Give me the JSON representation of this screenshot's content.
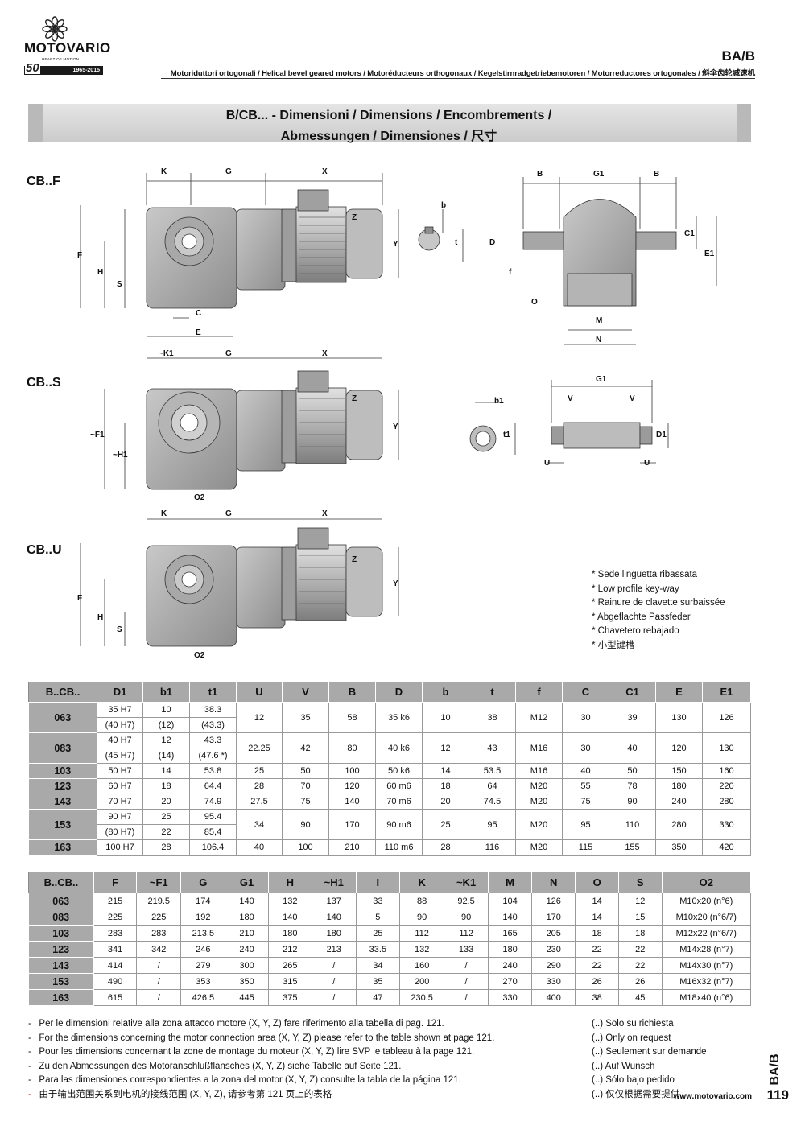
{
  "header": {
    "brand": "MOTOVARIO",
    "tagline": "HEART OF MOTION",
    "anniversary": "50",
    "years": "1965-2015",
    "code": "BA/B",
    "subtitle": "Motoriduttori ortogonali / Helical bevel geared motors / Motoréducteurs orthogonaux / Kegelstirnradgetriebemotoren / Motorreductores ortogonales / 斜伞齿轮减速机"
  },
  "title": {
    "line1": "B/CB... - Dimensioni / Dimensions / Encombrements /",
    "line2": "Abmessungen / Dimensiones / 尺寸"
  },
  "variants": [
    "CB..F",
    "CB..S",
    "CB..U"
  ],
  "dims_cbf": {
    "k": "K",
    "g": "G",
    "x": "X",
    "z": "Z",
    "y": "Y",
    "f": "F",
    "h": "H",
    "s": "S",
    "c": "C",
    "e": "E",
    "b": "b",
    "t": "t",
    "bb": "B",
    "g1": "G1",
    "bb2": "B",
    "d": "D",
    "ff": "f",
    "c1": "C1",
    "e1": "E1",
    "o": "O",
    "m": "M",
    "n": "N"
  },
  "dims_cbs": {
    "k1": "~K1",
    "g": "G",
    "x": "X",
    "z": "Z",
    "y": "Y",
    "f1": "~F1",
    "h1": "~H1",
    "o2": "O2",
    "b1": "b1",
    "t1": "t1",
    "g1": "G1",
    "v1": "V",
    "v2": "V",
    "d1": "D1",
    "u1": "U",
    "u2": "U"
  },
  "dims_cbu": {
    "k": "K",
    "g": "G",
    "x": "X",
    "z": "Z",
    "y": "Y",
    "f": "F",
    "h": "H",
    "s": "S",
    "o2": "O2"
  },
  "keyway_notes": [
    "* Sede linguetta ribassata",
    "* Low profile key-way",
    "* Rainure de clavette surbaissée",
    "* Abgeflachte Passfeder",
    "* Chavetero rebajado",
    "* 小型键槽"
  ],
  "table1": {
    "headers": [
      "B..CB..",
      "D1",
      "b1",
      "t1",
      "U",
      "V",
      "B",
      "D",
      "b",
      "t",
      "f",
      "C",
      "C1",
      "E",
      "E1"
    ],
    "rows": [
      {
        "size": "063",
        "D1": [
          "35 H7",
          "(40 H7)"
        ],
        "b1": [
          "10",
          "(12)"
        ],
        "t1": [
          "38.3",
          "(43.3)"
        ],
        "U": "12",
        "V": "35",
        "B": "58",
        "D": "35 k6",
        "b": "10",
        "t": "38",
        "f": "M12",
        "C": "30",
        "C1": "39",
        "E": "130",
        "E1": "126"
      },
      {
        "size": "083",
        "D1": [
          "40 H7",
          "(45 H7)"
        ],
        "b1": [
          "12",
          "(14)"
        ],
        "t1": [
          "43.3",
          "(47.6 *)"
        ],
        "U": "22.25",
        "V": "42",
        "B": "80",
        "D": "40 k6",
        "b": "12",
        "t": "43",
        "f": "M16",
        "C": "30",
        "C1": "40",
        "E": "120",
        "E1": "130"
      },
      {
        "size": "103",
        "D1": [
          "50 H7"
        ],
        "b1": [
          "14"
        ],
        "t1": [
          "53.8"
        ],
        "U": "25",
        "V": "50",
        "B": "100",
        "D": "50 k6",
        "b": "14",
        "t": "53.5",
        "f": "M16",
        "C": "40",
        "C1": "50",
        "E": "150",
        "E1": "160"
      },
      {
        "size": "123",
        "D1": [
          "60 H7"
        ],
        "b1": [
          "18"
        ],
        "t1": [
          "64.4"
        ],
        "U": "28",
        "V": "70",
        "B": "120",
        "D": "60 m6",
        "b": "18",
        "t": "64",
        "f": "M20",
        "C": "55",
        "C1": "78",
        "E": "180",
        "E1": "220"
      },
      {
        "size": "143",
        "D1": [
          "70 H7"
        ],
        "b1": [
          "20"
        ],
        "t1": [
          "74.9"
        ],
        "U": "27.5",
        "V": "75",
        "B": "140",
        "D": "70 m6",
        "b": "20",
        "t": "74.5",
        "f": "M20",
        "C": "75",
        "C1": "90",
        "E": "240",
        "E1": "280"
      },
      {
        "size": "153",
        "D1": [
          "90 H7",
          "(80 H7)"
        ],
        "b1": [
          "25",
          "22"
        ],
        "t1": [
          "95.4",
          "85,4"
        ],
        "U": "34",
        "V": "90",
        "B": "170",
        "D": "90 m6",
        "b": "25",
        "t": "95",
        "f": "M20",
        "C": "95",
        "C1": "110",
        "E": "280",
        "E1": "330"
      },
      {
        "size": "163",
        "D1": [
          "100 H7"
        ],
        "b1": [
          "28"
        ],
        "t1": [
          "106.4"
        ],
        "U": "40",
        "V": "100",
        "B": "210",
        "D": "110 m6",
        "b": "28",
        "t": "116",
        "f": "M20",
        "C": "115",
        "C1": "155",
        "E": "350",
        "E1": "420"
      }
    ]
  },
  "table2": {
    "headers": [
      "B..CB..",
      "F",
      "~F1",
      "G",
      "G1",
      "H",
      "~H1",
      "I",
      "K",
      "~K1",
      "M",
      "N",
      "O",
      "S",
      "O2"
    ],
    "rows": [
      [
        "063",
        "215",
        "219.5",
        "174",
        "140",
        "132",
        "137",
        "33",
        "88",
        "92.5",
        "104",
        "126",
        "14",
        "12",
        "M10x20 (n°6)"
      ],
      [
        "083",
        "225",
        "225",
        "192",
        "180",
        "140",
        "140",
        "5",
        "90",
        "90",
        "140",
        "170",
        "14",
        "15",
        "M10x20 (n°6/7)"
      ],
      [
        "103",
        "283",
        "283",
        "213.5",
        "210",
        "180",
        "180",
        "25",
        "112",
        "112",
        "165",
        "205",
        "18",
        "18",
        "M12x22 (n°6/7)"
      ],
      [
        "123",
        "341",
        "342",
        "246",
        "240",
        "212",
        "213",
        "33.5",
        "132",
        "133",
        "180",
        "230",
        "22",
        "22",
        "M14x28 (n°7)"
      ],
      [
        "143",
        "414",
        "/",
        "279",
        "300",
        "265",
        "/",
        "34",
        "160",
        "/",
        "240",
        "290",
        "22",
        "22",
        "M14x30 (n°7)"
      ],
      [
        "153",
        "490",
        "/",
        "353",
        "350",
        "315",
        "/",
        "35",
        "200",
        "/",
        "270",
        "330",
        "26",
        "26",
        "M16x32 (n°7)"
      ],
      [
        "163",
        "615",
        "/",
        "426.5",
        "445",
        "375",
        "/",
        "47",
        "230.5",
        "/",
        "330",
        "400",
        "38",
        "45",
        "M18x40 (n°6)"
      ]
    ]
  },
  "footnotes": [
    "Per le dimensioni relative alla zona attacco motore (X, Y, Z) fare riferimento alla tabella di pag. 121.",
    "For the dimensions concerning the motor connection area (X, Y, Z) please refer to the table shown at page 121.",
    "Pour les dimensions concernant la zone de montage du  moteur (X, Y, Z) lire SVP le tableau à la page 121.",
    "Zu den Abmessungen des Motoranschlußflansches  (X, Y, Z) siehe Tabelle auf Seite 121.",
    "Para las dimensiones correspondientes a la zona del motor (X, Y, Z) consulte la tabla de la página 121.",
    "由于输出范围关系到电机的接线范围 (X, Y, Z), 请参考第 121  页上的表格"
  ],
  "on_request": [
    "(..) Solo su richiesta",
    "(..) Only on request",
    "(..) Seulement sur demande",
    "(..) Auf Wunsch",
    "(..) Sólo bajo pedido",
    "(..) 仅仅根据需要提供"
  ],
  "footer": {
    "website": "www.motovario.com",
    "page": "119",
    "side_code": "BA/B"
  },
  "colors": {
    "band": "#cfcfcf",
    "table_header": "#a9a9a9",
    "machine_fill": "#b8b8b8",
    "machine_dark": "#8a8a8a"
  }
}
